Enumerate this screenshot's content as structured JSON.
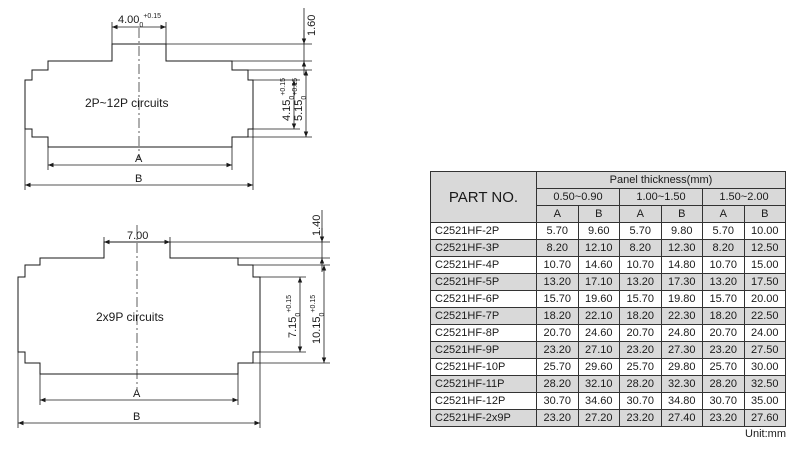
{
  "diagram_top": {
    "width_dim": "4.00",
    "width_tol": "+0.15",
    "width_tol_low": "0",
    "tab_height": "1.60",
    "inner_height": "4.15",
    "inner_tol": "+0.15",
    "inner_tol_low": "0",
    "outer_height": "5.15",
    "outer_tol": "+0.15",
    "outer_tol_low": "0",
    "label": "2P~12P circuits",
    "dim_a": "A",
    "dim_b": "B"
  },
  "diagram_bottom": {
    "width_dim": "7.00",
    "tab_height": "1.40",
    "inner_height": "7.15",
    "inner_tol": "+0.15",
    "inner_tol_low": "0",
    "outer_height": "10.15",
    "outer_tol": "+0.15",
    "outer_tol_low": "0",
    "label": "2x9P circuits",
    "dim_a": "A",
    "dim_b": "B"
  },
  "table": {
    "part_no_header": "PART NO.",
    "group_header": "Panel thickness(mm)",
    "ranges": [
      "0.50~0.90",
      "1.00~1.50",
      "1.50~2.00"
    ],
    "col_a": "A",
    "col_b": "B",
    "rows": [
      {
        "part": "C2521HF-2P",
        "values": [
          "5.70",
          "9.60",
          "5.70",
          "9.80",
          "5.70",
          "10.00"
        ]
      },
      {
        "part": "C2521HF-3P",
        "values": [
          "8.20",
          "12.10",
          "8.20",
          "12.30",
          "8.20",
          "12.50"
        ]
      },
      {
        "part": "C2521HF-4P",
        "values": [
          "10.70",
          "14.60",
          "10.70",
          "14.80",
          "10.70",
          "15.00"
        ]
      },
      {
        "part": "C2521HF-5P",
        "values": [
          "13.20",
          "17.10",
          "13.20",
          "17.30",
          "13.20",
          "17.50"
        ]
      },
      {
        "part": "C2521HF-6P",
        "values": [
          "15.70",
          "19.60",
          "15.70",
          "19.80",
          "15.70",
          "20.00"
        ]
      },
      {
        "part": "C2521HF-7P",
        "values": [
          "18.20",
          "22.10",
          "18.20",
          "22.30",
          "18.20",
          "22.50"
        ]
      },
      {
        "part": "C2521HF-8P",
        "values": [
          "20.70",
          "24.60",
          "20.70",
          "24.80",
          "20.70",
          "24.00"
        ]
      },
      {
        "part": "C2521HF-9P",
        "values": [
          "23.20",
          "27.10",
          "23.20",
          "27.30",
          "23.20",
          "27.50"
        ]
      },
      {
        "part": "C2521HF-10P",
        "values": [
          "25.70",
          "29.60",
          "25.70",
          "29.80",
          "25.70",
          "30.00"
        ]
      },
      {
        "part": "C2521HF-11P",
        "values": [
          "28.20",
          "32.10",
          "28.20",
          "32.30",
          "28.20",
          "32.50"
        ]
      },
      {
        "part": "C2521HF-12P",
        "values": [
          "30.70",
          "34.60",
          "30.70",
          "34.80",
          "30.70",
          "35.00"
        ]
      },
      {
        "part": "C2521HF-2x9P",
        "values": [
          "23.20",
          "27.20",
          "23.20",
          "27.40",
          "23.20",
          "27.60"
        ]
      }
    ],
    "unit_note": "Unit:mm"
  }
}
